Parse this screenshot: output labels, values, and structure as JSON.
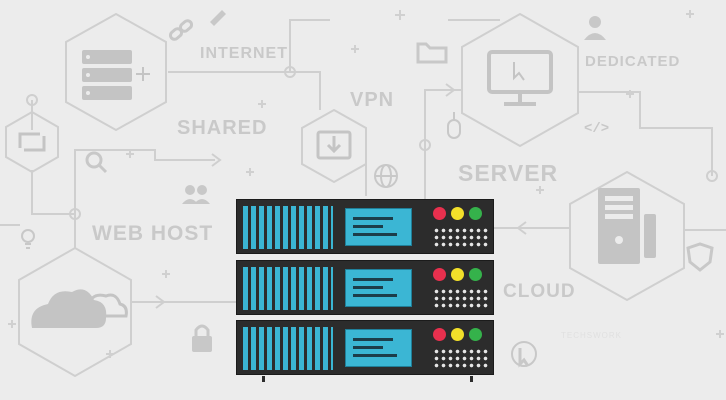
{
  "labels": {
    "internet": "INTERNET",
    "shared": "SHARED",
    "vpn": "VPN",
    "dedicated": "DEDICATED",
    "server": "SERVER",
    "web_host": "WEB HOST",
    "cloud": "CLOUD"
  },
  "watermark": "TECHSWORK",
  "colors": {
    "background": "#ececec",
    "outline": "#cfcfcf",
    "server_body": "#2c2c2c",
    "screen": "#3bb6d4",
    "led_red": "#e8304e",
    "led_yellow": "#f2df2a",
    "led_green": "#35b24b"
  },
  "icons": [
    "link-icon",
    "pencil-icon",
    "folder-icon",
    "user-icon",
    "search-icon",
    "users-icon",
    "download-icon",
    "globe-icon",
    "mouse-icon",
    "code-icon",
    "lightbulb-icon",
    "shield-icon",
    "lock-icon",
    "cursor-click-icon",
    "refresh-icon",
    "cloud-icon",
    "monitor-icon",
    "server-stack-icon"
  ]
}
